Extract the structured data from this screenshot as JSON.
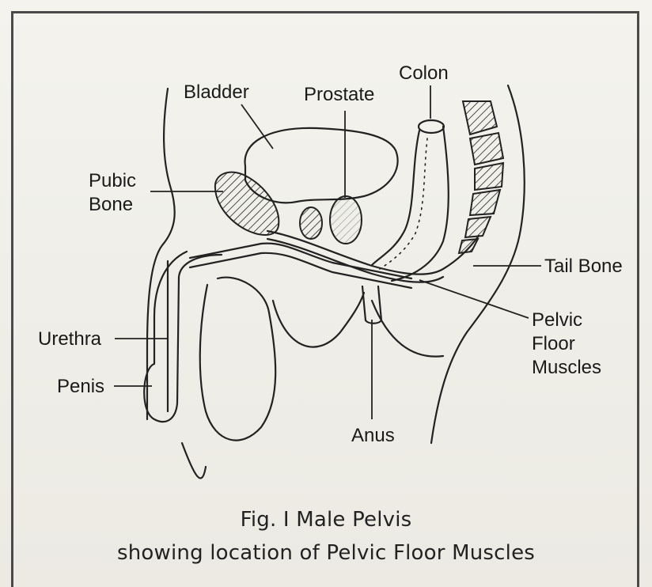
{
  "labels": {
    "bladder": "Bladder",
    "prostate": "Prostate",
    "colon": "Colon",
    "pubic_bone_line1": "Pubic",
    "pubic_bone_line2": "Bone",
    "tail_bone": "Tail Bone",
    "pelvic_floor_line1": "Pelvic",
    "pelvic_floor_line2": "Floor",
    "pelvic_floor_line3": "Muscles",
    "urethra": "Urethra",
    "penis": "Penis",
    "anus": "Anus"
  },
  "caption": {
    "line1": "Fig. I Male Pelvis",
    "line2": "showing location of Pelvic Floor Muscles"
  }
}
